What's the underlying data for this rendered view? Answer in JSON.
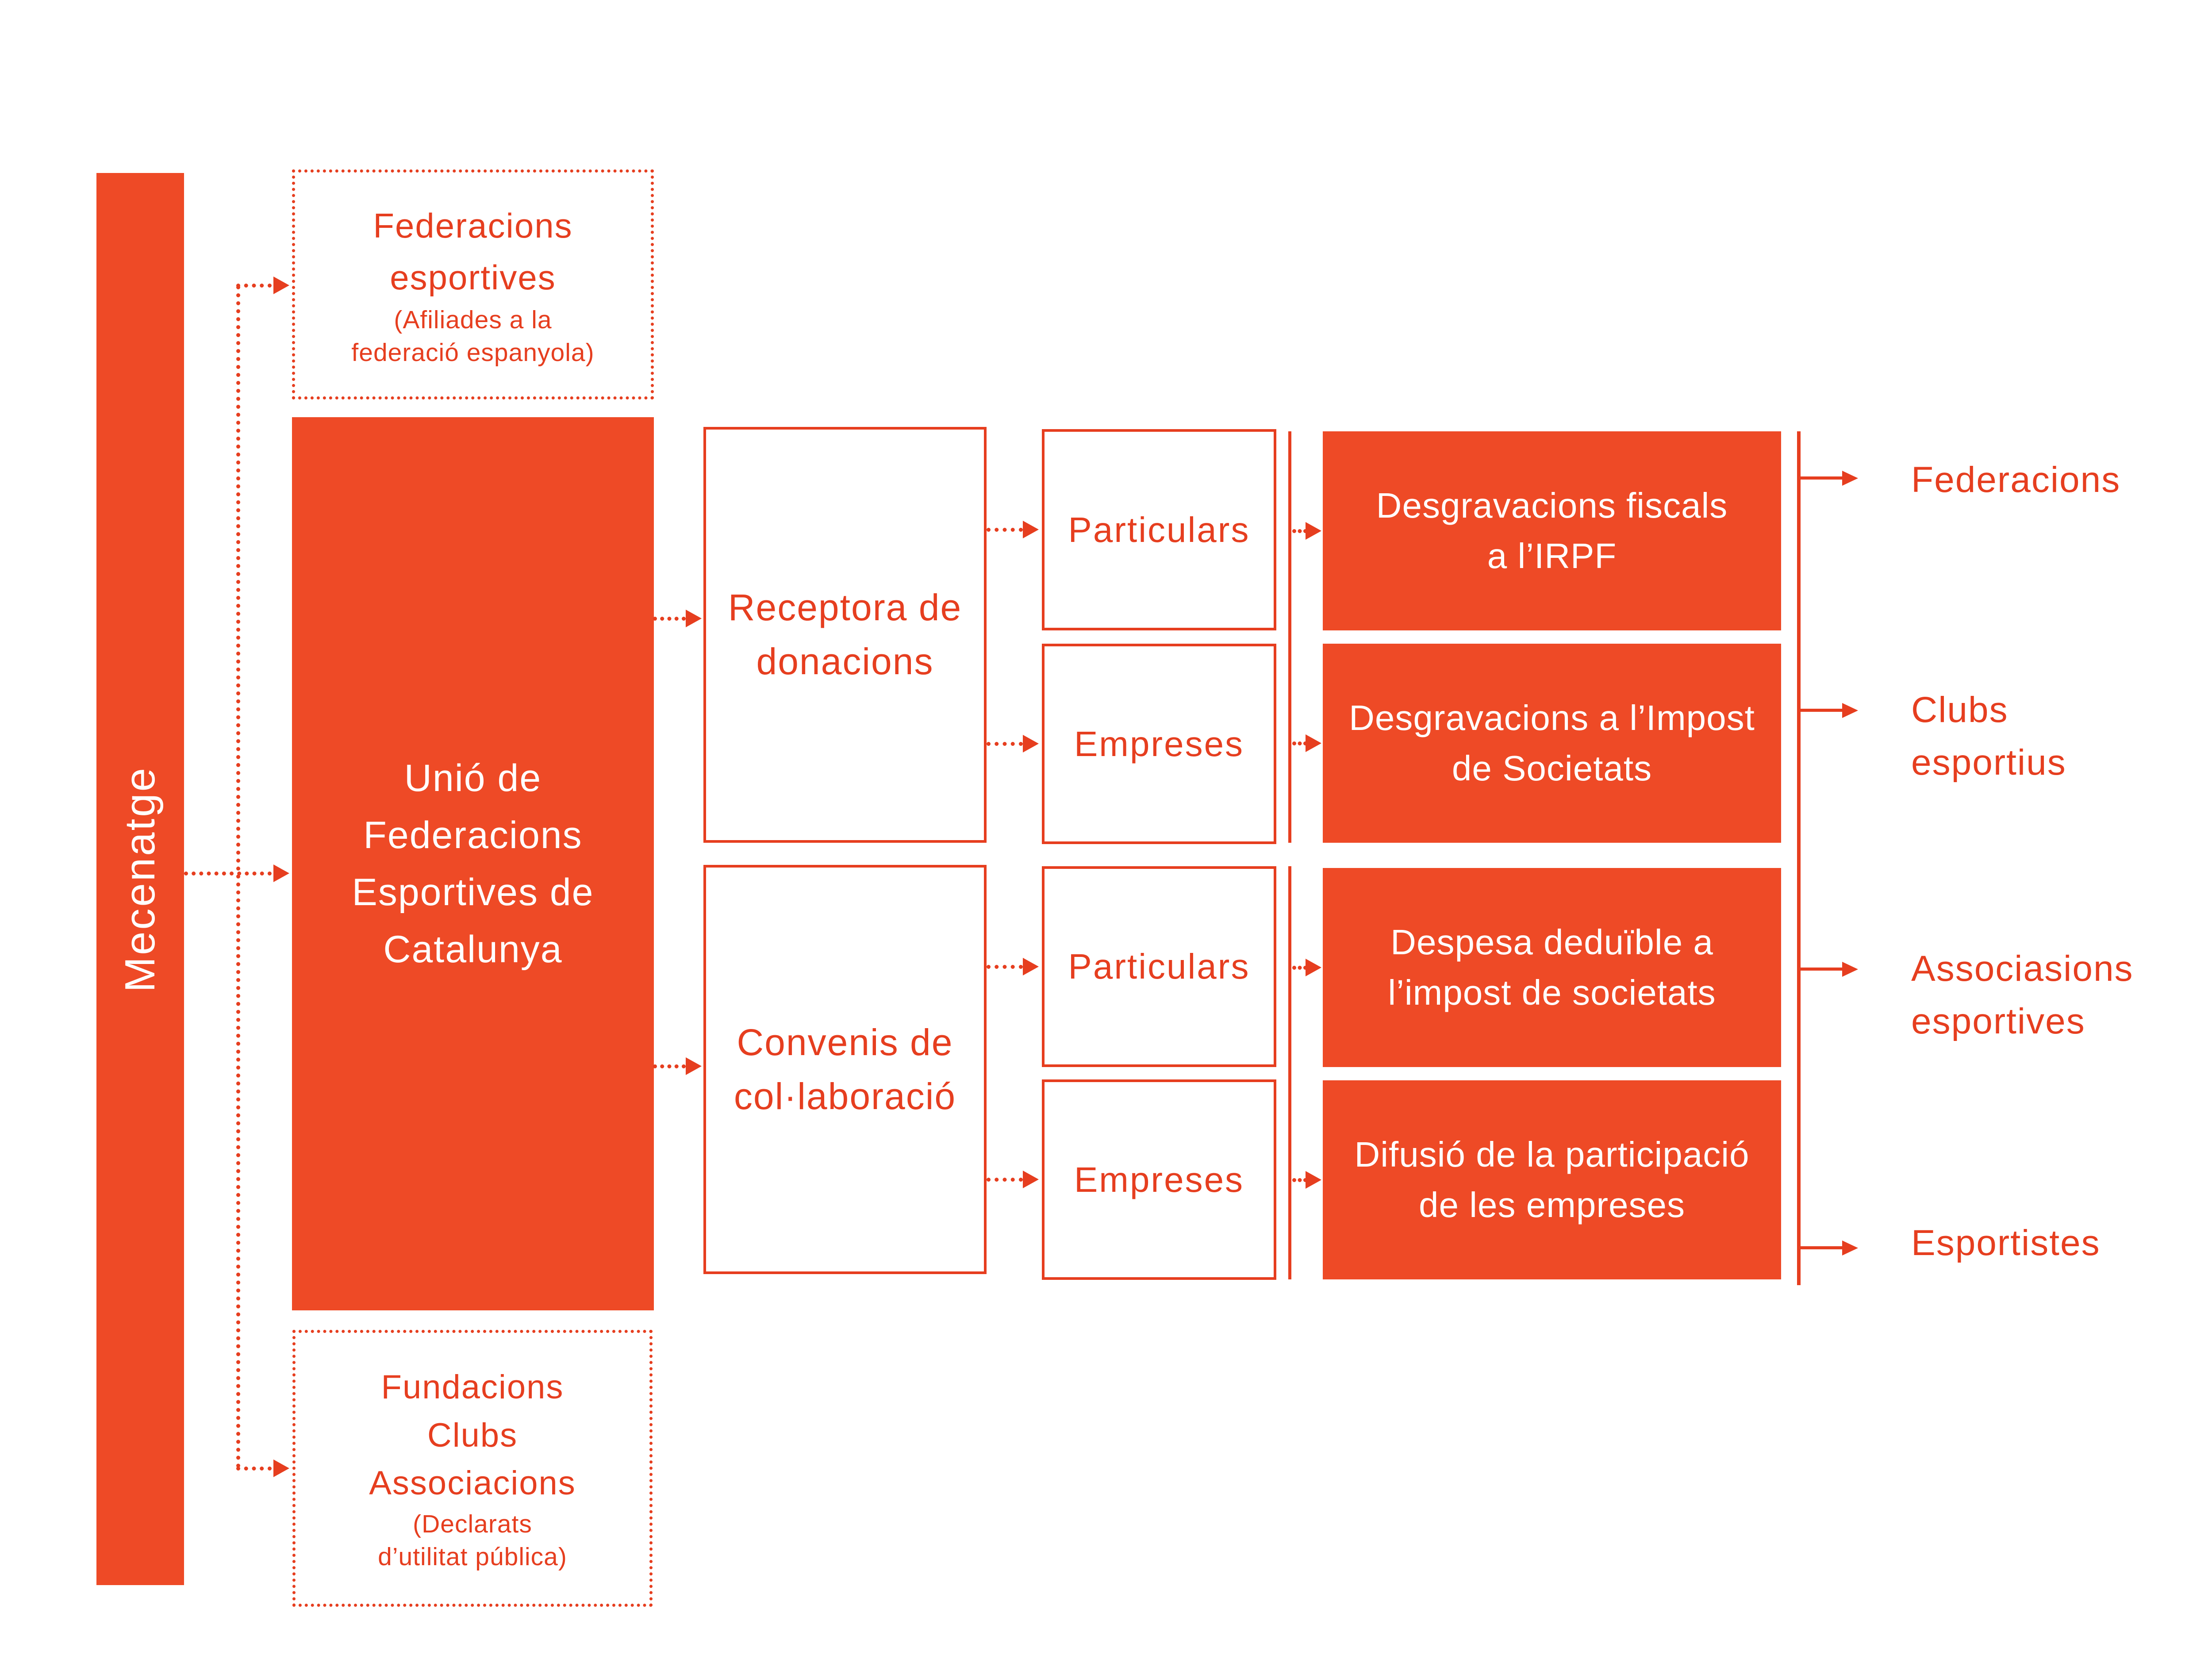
{
  "palette": {
    "fill": "#EE4A26",
    "line": "#E63E1F"
  },
  "bar": {
    "label": "Mecenatge"
  },
  "sources": {
    "federacions": {
      "line1": "Federacions",
      "line2": "esportives",
      "sub1": "(Afiliades a la",
      "sub2": "federació espanyola)"
    },
    "unio": {
      "line1": "Unió de",
      "line2": "Federacions",
      "line3": "Esportives de",
      "line4": "Catalunya"
    },
    "fundacions": {
      "line1": "Fundacions",
      "line2": "Clubs",
      "line3": "Associacions",
      "sub1": "(Declarats",
      "sub2": "d’utilitat pública)"
    }
  },
  "mechanisms": {
    "receptora": {
      "line1": "Receptora de",
      "line2": "donacions"
    },
    "convenis": {
      "line1": "Convenis de",
      "line2": "col·laboració"
    }
  },
  "donors": {
    "particulars1": "Particulars",
    "empreses1": "Empreses",
    "particulars2": "Particulars",
    "empreses2": "Empreses"
  },
  "benefits": {
    "irpf": {
      "line1": "Desgravacions fiscals",
      "line2": "a l’IRPF"
    },
    "societats": {
      "line1": "Desgravacions a l’Impost",
      "line2": "de Societats"
    },
    "despesa": {
      "line1": "Despesa deduïble a",
      "line2": "l’impost de societats"
    },
    "difusio": {
      "line1": "Difusió de la participació",
      "line2": "de les empreses"
    }
  },
  "beneficiaries": {
    "federacions": "Federacions",
    "clubs_line1": "Clubs",
    "clubs_line2": "esportius",
    "assoc_line1": "Associasions",
    "assoc_line2": "esportives",
    "esportistes": "Esportistes"
  }
}
